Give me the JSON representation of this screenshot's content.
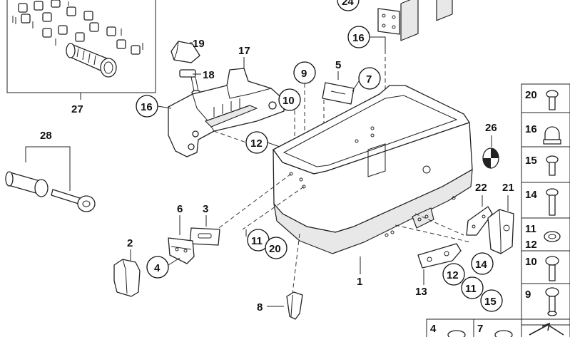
{
  "callouts": {
    "c24": "24",
    "c16a": "16",
    "c9": "9",
    "c5": "5",
    "c7": "7",
    "c10": "10",
    "c19": "19",
    "c17": "17",
    "c18": "18",
    "c16b": "16",
    "c12a": "12",
    "c27": "27",
    "c28": "28",
    "c26": "26",
    "c22": "22",
    "c21": "21",
    "c6": "6",
    "c3": "3",
    "c2": "2",
    "c4": "4",
    "c11a": "11",
    "c20a": "20",
    "c1": "1",
    "c14": "14",
    "c12b": "12",
    "c11b": "11",
    "c15": "15",
    "c13": "13",
    "c8": "8"
  },
  "sidebar": {
    "items": [
      "20",
      "16",
      "15",
      "14",
      "11",
      "12",
      "10",
      "9"
    ]
  },
  "bottom_row": {
    "items": [
      "4",
      "7"
    ]
  }
}
